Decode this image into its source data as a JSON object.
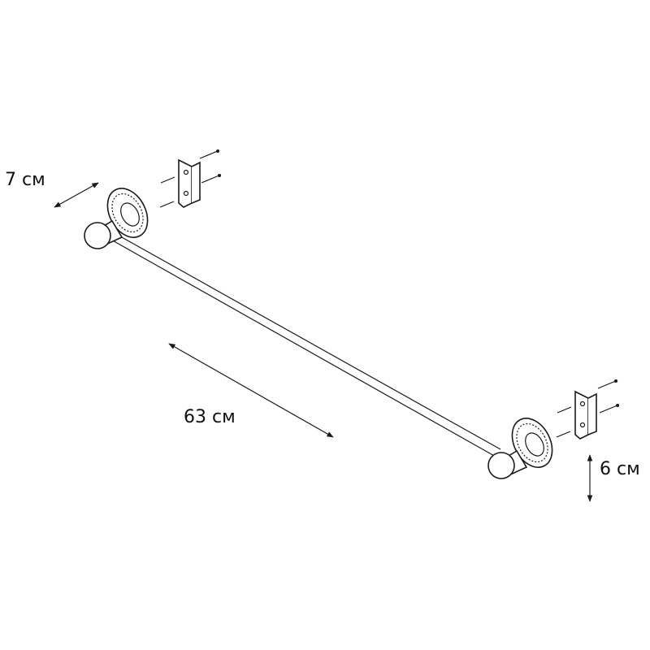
{
  "dimensions": {
    "depth_label": "7 см",
    "length_label": "63 см",
    "height_label": "6 см"
  },
  "colors": {
    "line": "#1a1a1a",
    "background": "#ffffff"
  }
}
